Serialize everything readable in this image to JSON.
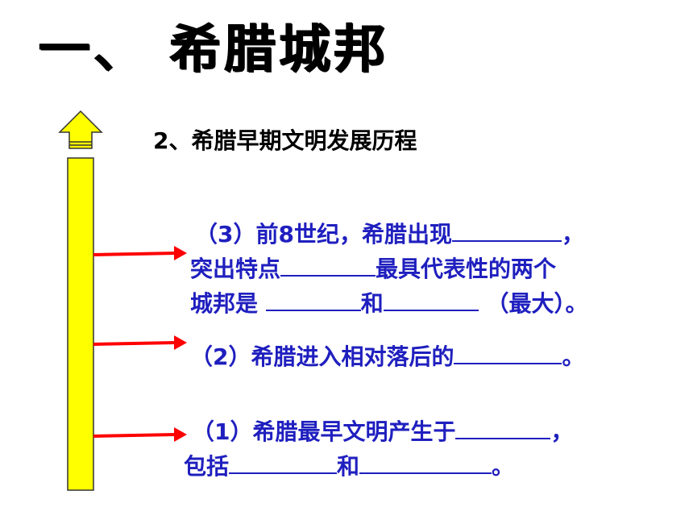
{
  "title": "一、 希腊城邦",
  "subtitle": "2、希腊早期文明发展历程",
  "colors": {
    "arrow_fill": "#ffff00",
    "pointer": "#ff0000",
    "text": "#1f1fbf"
  },
  "items": {
    "item3": {
      "l1a": "（3）前8世纪，希腊出现",
      "l1b": "，",
      "l2a": "突出特点",
      "l2b": "最具代表性的两个",
      "l3a": "城邦是 ",
      "l3b": "和",
      "l3c": " （最大）。"
    },
    "item2": {
      "a": "（2）希腊进入相对落后的",
      "b": "。"
    },
    "item1": {
      "l1a": "（1）希腊最早文明产生于",
      "l1b": "，",
      "l2a": "包括",
      "l2b": "和",
      "l2c": "。"
    }
  }
}
